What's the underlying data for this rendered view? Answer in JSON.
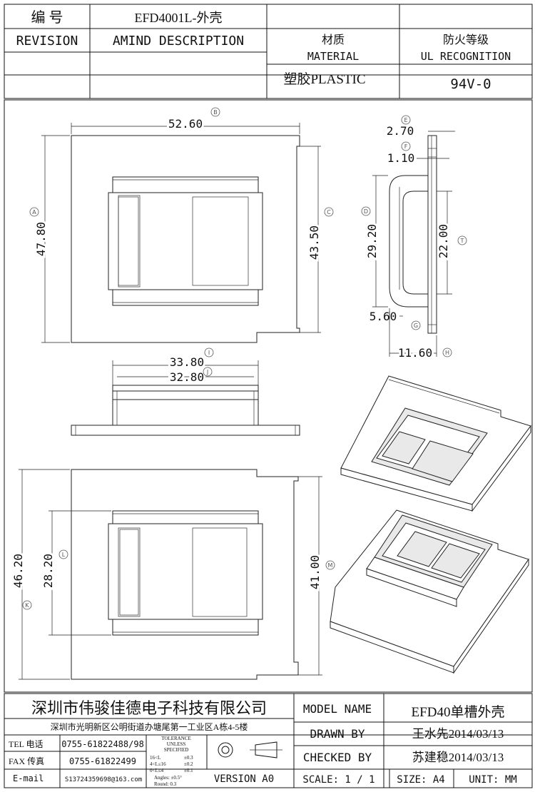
{
  "header": {
    "number_label": "编  号",
    "part_number": "EFD4001L-外壳",
    "revision_label": "REVISION",
    "amend_label": "AMIND DESCRIPTION",
    "material_cn": "材质",
    "material_en": "MATERIAL",
    "material_value": "塑胶PLASTIC",
    "ul_cn": "防火等级",
    "ul_en": "UL RECOGNITION",
    "ul_value": "94V-0"
  },
  "dimensions": {
    "B": "52.60",
    "A": "47.80",
    "C": "43.50",
    "E": "2.70",
    "F": "1.10",
    "D": "29.20",
    "T": "22.00",
    "G": "5.60",
    "H": "11.60",
    "I": "33.80",
    "J": "32.80",
    "K": "46.20",
    "L": "28.20",
    "M": "41.00"
  },
  "markers": {
    "A": "A",
    "B": "B",
    "C": "C",
    "D": "D",
    "E": "E",
    "F": "F",
    "G": "G",
    "H": "H",
    "I": "I",
    "J": "J",
    "K": "K",
    "L": "L",
    "M": "M",
    "T": "T"
  },
  "title_block": {
    "company": "深圳市伟骏佳德电子科技有限公司",
    "address": "深圳市光明新区公明街道办塘尾第一工业区A栋4-5楼",
    "tel_label": "TEL 电话",
    "tel_value": "0755-61822488/98",
    "fax_label": "FAX 传真",
    "fax_value": "0755-61822499",
    "email_label": "E-mail",
    "email_value": "S13724359698@163.com",
    "tolerance_title": "TOLERANCE",
    "tolerance_unless": "UNLESS",
    "tolerance_specified": "SPECIFIED",
    "tol_rows": [
      {
        "range": "16<L",
        "tol": "±0.3"
      },
      {
        "range": "4<L≤16",
        "tol": "±0.2"
      },
      {
        "range": "0<L≤4",
        "tol": "±0.1"
      }
    ],
    "angles": "Angles: ±0.5°",
    "round": "Round: 0.3",
    "version": "VERSION A0",
    "model_label": "MODEL NAME",
    "model_value": "EFD40单槽外壳",
    "drawn_label": "DRAWN BY",
    "drawn_value": "王水先2014/03/13",
    "checked_label": "CHECKED BY",
    "checked_value": "苏建稳2014/03/13",
    "scale": "SCALE: 1 / 1",
    "size": "SIZE: A4",
    "unit": "UNIT: MM"
  }
}
